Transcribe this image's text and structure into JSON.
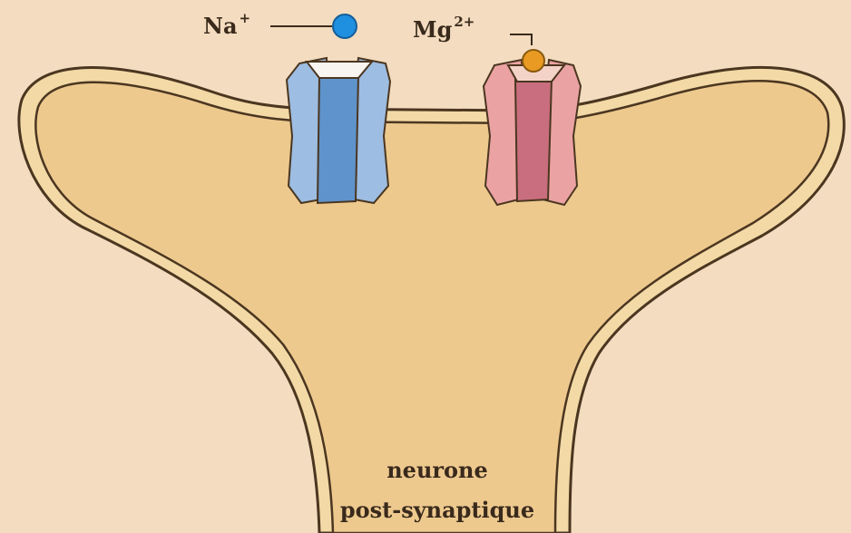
{
  "labels": {
    "sodium_ion": {
      "symbol": "Na",
      "charge": "+"
    },
    "magnesium_ion": {
      "symbol": "Mg",
      "charge": "2+"
    },
    "neuron_line1": "neurone",
    "neuron_line2": "post-synaptique"
  },
  "colors": {
    "background": "#f3dcbf",
    "cell_interior": "#edc98e",
    "membrane_fill": "#f2d9a6",
    "membrane_stroke": "#4b3620",
    "sodium_channel": "#9dbde2",
    "sodium_channel_core": "#5f93cb",
    "magnesium_channel": "#eba2a2",
    "magnesium_channel_core": "#c96e7e",
    "sodium_ion": "#1f8fe0",
    "magnesium_ion": "#e89a23"
  },
  "icons": {
    "sodium_ion": "blue-circle",
    "magnesium_ion": "orange-circle"
  }
}
